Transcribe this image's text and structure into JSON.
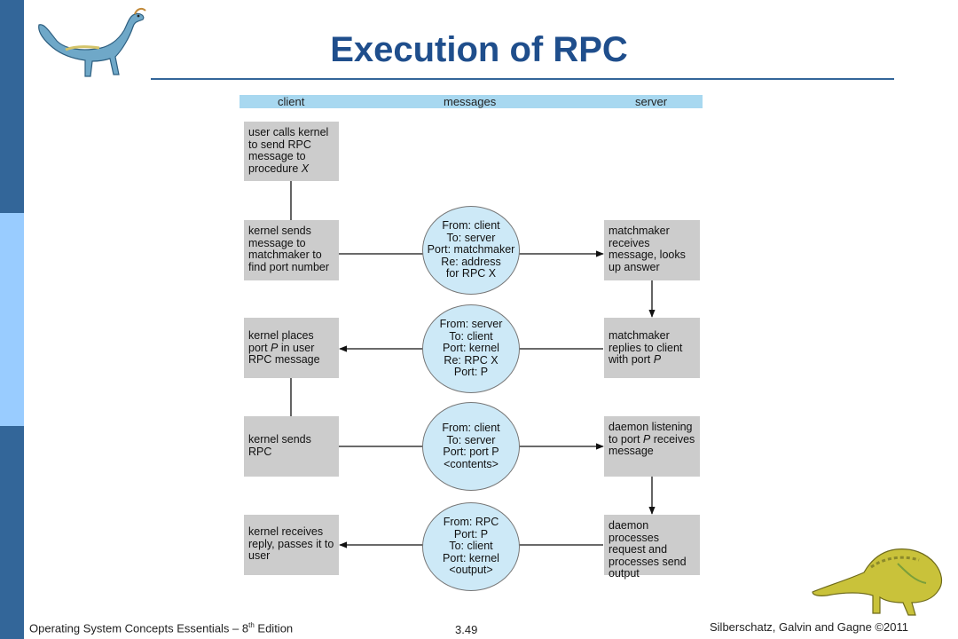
{
  "title": "Execution of RPC",
  "columns": {
    "client": "client",
    "messages": "messages",
    "server": "server"
  },
  "client_boxes": [
    {
      "text": "user calls kernel to send RPC message to procedure",
      "italic": "X"
    },
    {
      "text": "kernel sends message to matchmaker to find port number",
      "italic": ""
    },
    {
      "pre": "kernel places port ",
      "italic": "P",
      "post": " in user RPC message"
    },
    {
      "text": "kernel sends RPC",
      "italic": ""
    },
    {
      "text": "kernel receives reply, passes it to user",
      "italic": ""
    }
  ],
  "messages": [
    {
      "lines": [
        "From: client",
        "To: server",
        "Port: matchmaker",
        "Re: address",
        "for RPC X"
      ]
    },
    {
      "lines": [
        "From: server",
        "To: client",
        "Port: kernel",
        "Re: RPC X",
        "Port: P"
      ]
    },
    {
      "lines": [
        "From: client",
        "To: server",
        "Port: port P",
        "<contents>"
      ]
    },
    {
      "lines": [
        "From: RPC",
        "Port: P",
        "To: client",
        "Port: kernel",
        "<output>"
      ]
    }
  ],
  "server_boxes": [
    {
      "text": "matchmaker receives message, looks up answer"
    },
    {
      "pre": "matchmaker replies to client with port ",
      "italic": "P",
      "post": ""
    },
    {
      "pre": "daemon listening to port ",
      "italic": "P",
      "post": " receives message"
    },
    {
      "text": "daemon processes request and processes send output"
    }
  ],
  "footer": {
    "left_pre": "Operating System Concepts Essentials – 8",
    "left_sup": "th",
    "left_post": " Edition",
    "page": "3.49",
    "right": "Silberschatz, Galvin and Gagne ©2011"
  },
  "colors": {
    "sidebar": "#336699",
    "sidebar_light": "#99ccff",
    "title": "#1f4e8c",
    "header_bar": "#a8d8f0",
    "box": "#cccccc",
    "bubble": "#cde9f7"
  },
  "icons": [
    "dinosaur-top-left-icon",
    "dinosaur-bottom-right-icon"
  ]
}
